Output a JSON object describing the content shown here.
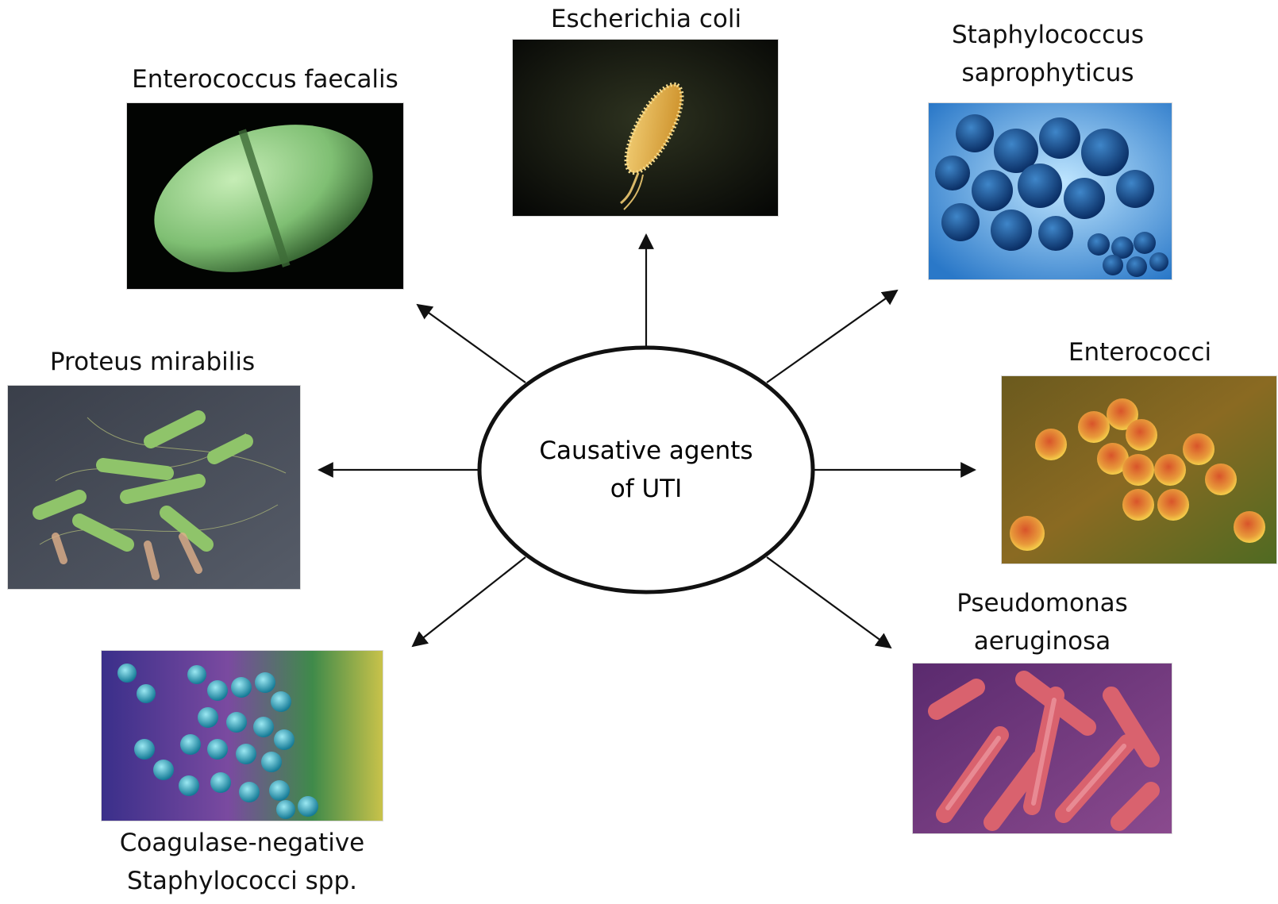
{
  "center": {
    "line1": "Causative agents",
    "line2": "of UTI"
  },
  "agents": {
    "ecoli": {
      "line1": "Escherichia coli"
    },
    "efaecalis": {
      "line1": "Enterococcus faecalis"
    },
    "ssapro": {
      "line1": "Staphylococcus",
      "line2": "saprophyticus"
    },
    "proteus": {
      "line1": "Proteus mirabilis"
    },
    "enterococci": {
      "line1": "Enterococci"
    },
    "pseudomonas": {
      "line1": "Pseudomonas",
      "line2": "aeruginosa"
    },
    "cons": {
      "line1": "Coagulase-negative",
      "line2": "Staphylococci spp."
    }
  },
  "colors": {
    "line": "#111111",
    "ecoli": "#e8b447",
    "efaecalis": "#8fcf8a",
    "ssapro": "#1f5fb0",
    "proteus": "#9fcf7a",
    "enterococci": "#e39a3c",
    "pseudomonas": "#d9626e",
    "cons": "#3fb8cc"
  }
}
